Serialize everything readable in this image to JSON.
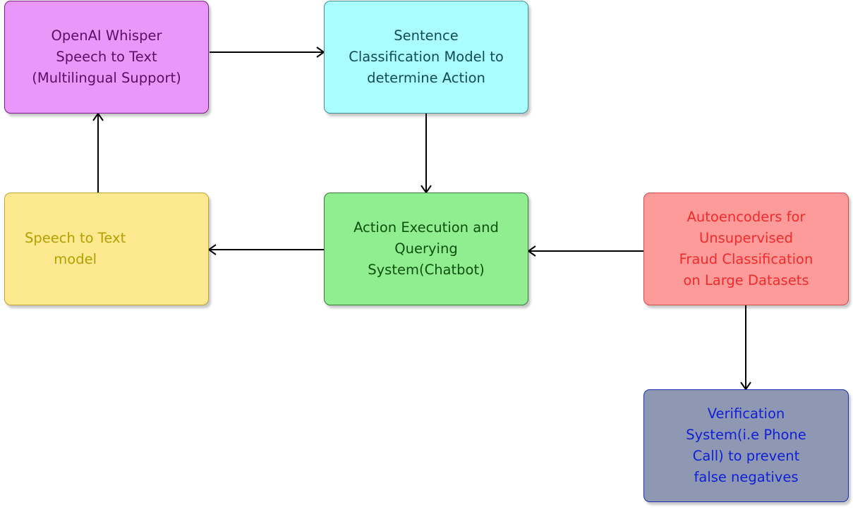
{
  "nodes": {
    "whisper": {
      "label": "OpenAI Whisper\nSpeech to Text\n(Multilingual Support)",
      "fill": "#e998f9",
      "stroke": "#7a1d8a",
      "text": "#5b0d6b"
    },
    "classify": {
      "label": "Sentence\nClassification Model to\ndetermine Action",
      "fill": "#abfefe",
      "stroke": "#3f8f96",
      "text": "#0f4b57"
    },
    "stt": {
      "label": "Speech to Text\nmodel",
      "fill": "#fde98f",
      "stroke": "#c2a52e",
      "text": "#b3a000"
    },
    "action": {
      "label": "Action Execution and\nQuerying\nSystem(Chatbot)",
      "fill": "#90ee90",
      "stroke": "#2e7d32",
      "text": "#0d4f0d"
    },
    "auto": {
      "label": "Autoencoders for\nUnsupervised\nFraud Classification\non Large Datasets",
      "fill": "#fd9b9b",
      "stroke": "#d64a4a",
      "text": "#f12b2b"
    },
    "verify": {
      "label": "Verification\nSystem(i.e Phone\nCall) to prevent\nfalse negatives",
      "fill": "#8f98b3",
      "stroke": "#1f2fb0",
      "text": "#0f1fd6"
    }
  },
  "edges": [
    {
      "from": "whisper",
      "to": "classify"
    },
    {
      "from": "classify",
      "to": "action"
    },
    {
      "from": "action",
      "to": "stt"
    },
    {
      "from": "stt",
      "to": "whisper"
    },
    {
      "from": "auto",
      "to": "action"
    },
    {
      "from": "auto",
      "to": "verify"
    }
  ],
  "edge_color": "#000000"
}
